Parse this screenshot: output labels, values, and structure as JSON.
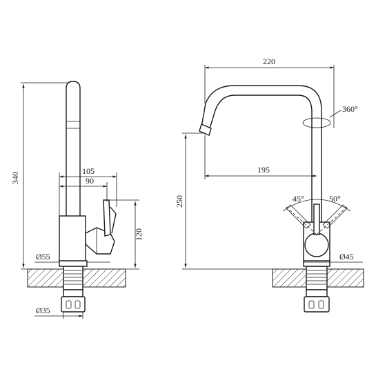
{
  "dimensions": {
    "height_total": "340",
    "reach_outer": "105",
    "reach_inner": "90",
    "handle_height": "120",
    "base_diameter_side": "Ø55",
    "shank_diameter": "Ø35",
    "spout_width": "220",
    "spout_reach": "195",
    "spout_height": "250",
    "rotation": "360°",
    "handle_angle_left": "45°",
    "handle_angle_right": "50°",
    "base_diameter_front": "Ø45"
  },
  "colors": {
    "line": "#1a1a1a",
    "background": "#ffffff"
  }
}
